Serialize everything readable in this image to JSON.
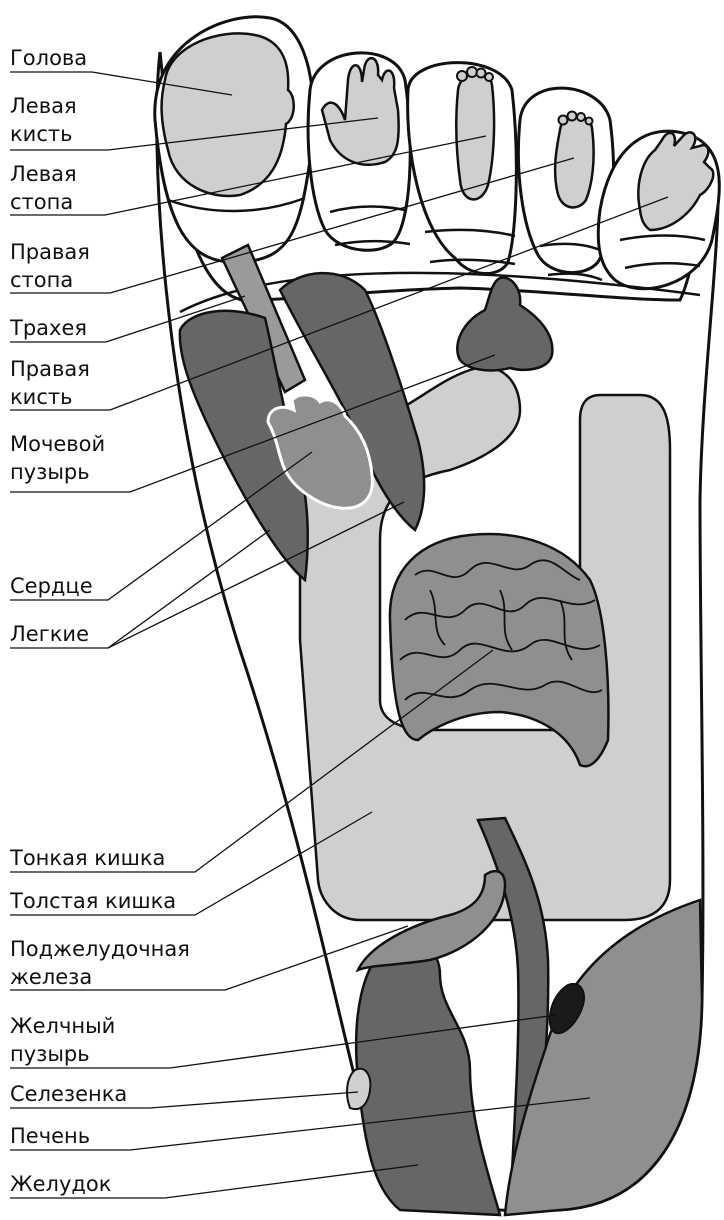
{
  "diagram": {
    "labels": {
      "head": [
        "Голова"
      ],
      "left_hand": [
        "Левая",
        "кисть"
      ],
      "left_foot": [
        "Левая",
        "стопа"
      ],
      "right_foot": [
        "Правая",
        "стопа"
      ],
      "trachea": [
        "Трахея"
      ],
      "right_hand": [
        "Правая",
        "кисть"
      ],
      "bladder": [
        "Мочевой",
        "пузырь"
      ],
      "heart": [
        "Сердце"
      ],
      "lungs": [
        "Легкие"
      ],
      "small_intestine": [
        "Тонкая кишка"
      ],
      "large_intestine": [
        "Толстая кишка"
      ],
      "pancreas": [
        "Поджелудочная",
        "железа"
      ],
      "gallbladder": [
        "Желчный",
        "пузырь"
      ],
      "spleen": [
        "Селезенка"
      ],
      "liver": [
        "Печень"
      ],
      "stomach": [
        "Желудок"
      ]
    },
    "colors": {
      "light": "#cfcfcf",
      "medium": "#8f8f8f",
      "medium2": "#9a9a9a",
      "dark": "#666666",
      "black": "#1a1a1a",
      "outline": "#111111"
    }
  }
}
